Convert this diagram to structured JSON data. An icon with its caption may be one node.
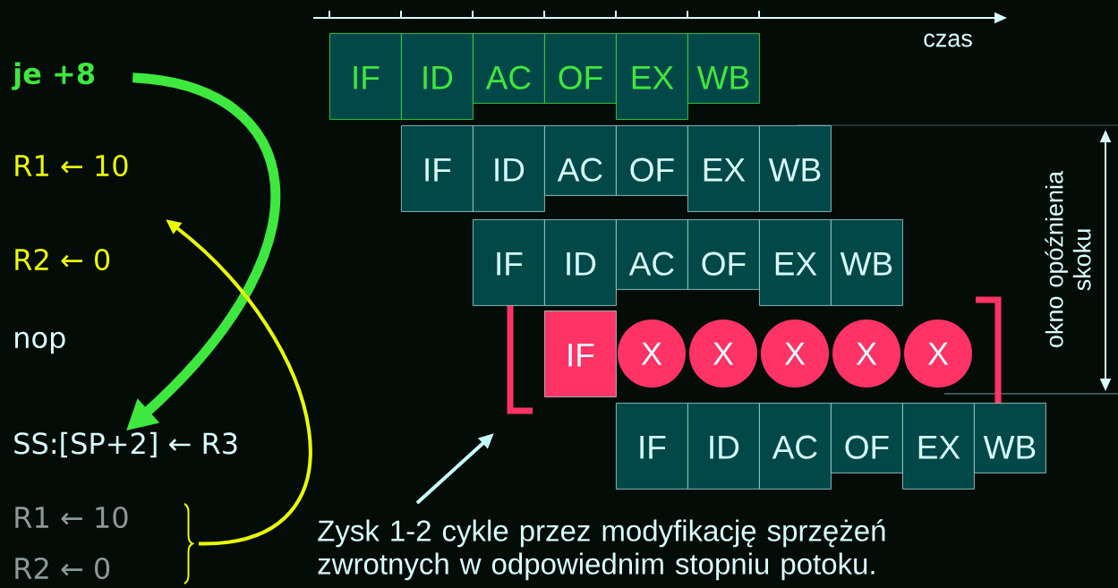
{
  "diagram": {
    "nodes": [
      {
        "text": [
          "je +8"
        ]
      },
      {
        "text": [
          "R1 ← 10"
        ]
      },
      {
        "text": [
          "R2 ← 0"
        ]
      },
      {
        "text": [
          "nop"
        ]
      },
      {
        "text": [
          "SS:[SP+2] ← R3"
        ]
      },
      {
        "text": [
          "R1 ← 10"
        ]
      },
      {
        "text": [
          "R2 ← 0"
        ]
      },
      {
        "text": [],
        "shape": "bracket"
      },
      {
        "text": [
          "IF"
        ]
      },
      {
        "text": [
          "ID"
        ]
      },
      {
        "text": [
          "AC"
        ]
      },
      {
        "text": [
          "OF"
        ]
      },
      {
        "text": [
          "EX"
        ]
      },
      {
        "text": [
          "WB"
        ]
      },
      {
        "text": [
          "IF"
        ]
      },
      {
        "text": [
          "ID"
        ]
      },
      {
        "text": [
          "AC"
        ]
      },
      {
        "text": [
          "OF"
        ]
      },
      {
        "text": [
          "EX"
        ]
      },
      {
        "text": [
          "WB"
        ]
      },
      {
        "text": [
          "IF"
        ]
      },
      {
        "text": [
          "ID"
        ]
      },
      {
        "text": [
          "AC"
        ]
      },
      {
        "text": [
          "OF"
        ]
      },
      {
        "text": [
          "EX"
        ]
      },
      {
        "text": [
          "WB"
        ]
      },
      {
        "text": [
          "IF"
        ]
      },
      {
        "text": [
          "X"
        ]
      },
      {
        "text": [
          "X"
        ]
      },
      {
        "text": [
          "X"
        ]
      },
      {
        "text": [
          "X"
        ]
      },
      {
        "text": [
          "X"
        ]
      },
      {
        "text": [
          "IF"
        ]
      },
      {
        "text": [
          "ID"
        ]
      },
      {
        "text": [
          "AC"
        ]
      },
      {
        "text": [
          "OF"
        ]
      },
      {
        "text": [
          "EX"
        ]
      },
      {
        "text": [
          "WB"
        ]
      },
      {
        "text": [
          "Zysk 1-2 cykle przez modyfikację sprzężeń zwrotnych w odpowiednim stopniu potoku."
        ]
      }
    ],
    "edges": [
      {
        "from": 0,
        "to": 4,
        "arrow": "to",
        "style": "thick",
        "color": "#3ee83e"
      },
      {
        "from": 7,
        "to": null,
        "arrow": "to",
        "color": "#eaff00"
      },
      {
        "from": 38,
        "to": null,
        "arrow": "to",
        "color": "#c8ffff"
      }
    ],
    "labels": [
      "czas",
      "okno opóźnienia skoku"
    ]
  }
}
